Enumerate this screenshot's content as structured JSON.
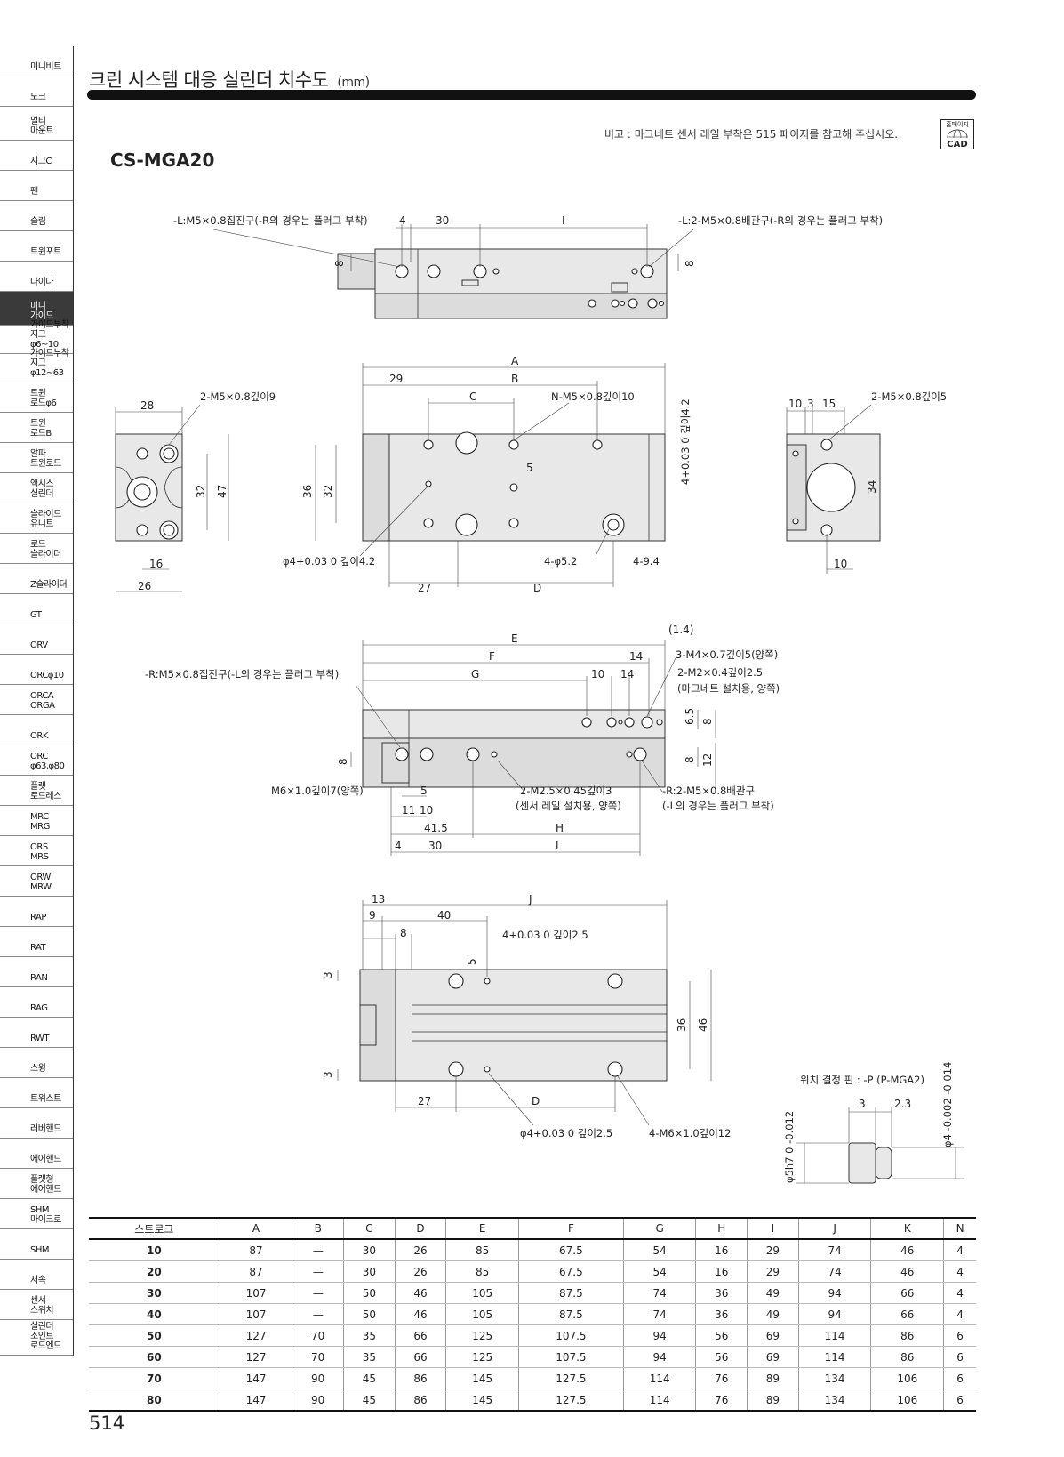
{
  "sidebar": {
    "items": [
      {
        "label": "미니비트"
      },
      {
        "label": "노크"
      },
      {
        "label": "멀티\n마운트"
      },
      {
        "label": "지그C"
      },
      {
        "label": "펜"
      },
      {
        "label": "슬림"
      },
      {
        "label": "트윈포트"
      },
      {
        "label": "다이나"
      },
      {
        "label": "미니\n가이드",
        "active": true
      },
      {
        "label": "가이드부착지그\nφ6~10"
      },
      {
        "label": "가이드부착지그\nφ12~63"
      },
      {
        "label": "트윈\n로드φ6"
      },
      {
        "label": "트윈\n로드B"
      },
      {
        "label": "알파\n트윈로드"
      },
      {
        "label": "액시스\n실린더"
      },
      {
        "label": "슬라이드\n유니트"
      },
      {
        "label": "로드\n슬라이더"
      },
      {
        "label": "Z슬라이더"
      },
      {
        "label": "GT"
      },
      {
        "label": "ORV"
      },
      {
        "label": "ORCφ10"
      },
      {
        "label": "ORCA\nORGA"
      },
      {
        "label": "ORK"
      },
      {
        "label": "ORC\nφ63,φ80"
      },
      {
        "label": "플랫\n로드레스"
      },
      {
        "label": "MRC\nMRG"
      },
      {
        "label": "ORS\nMRS"
      },
      {
        "label": "ORW\nMRW"
      },
      {
        "label": "RAP"
      },
      {
        "label": "RAT"
      },
      {
        "label": "RAN"
      },
      {
        "label": "RAG"
      },
      {
        "label": "RWT"
      },
      {
        "label": "스윙"
      },
      {
        "label": "트위스트"
      },
      {
        "label": "러버핸드"
      },
      {
        "label": "에어핸드"
      },
      {
        "label": "플랫형\n에어핸드"
      },
      {
        "label": "SHM\n마이크로"
      },
      {
        "label": "SHM"
      },
      {
        "label": "저속"
      },
      {
        "label": "센서\n스위치"
      },
      {
        "label": "실린더\n조인트\n로드엔드"
      }
    ]
  },
  "header": {
    "title": "크린 시스템 대응 실린더 치수도",
    "unit": "(mm)",
    "note": "비고 : 마그네트 센서 레일 부착은 515 페이지를 참고해 주십시오.",
    "cad_badge_top": "홈페이지",
    "cad_badge": "CAD",
    "model": "CS-MGA20"
  },
  "drawing": {
    "top_left_note": "-L:M5×0.8집진구(-R의 경우는 플러그 부착)",
    "top_right_note": "-L:2-M5×0.8배관구(-R의 경우는 플러그 부착)",
    "front_note1": "2-M5×0.8깊이9",
    "front_note2": "N-M5×0.8깊이10",
    "front_note3": "2-M5×0.8깊이5",
    "pin_hole": "φ4+0.03 0 깊이4.2",
    "pin_depth": "4+0.03 0 깊이4.2",
    "hole_a": "4-φ5.2",
    "hole_b": "4-9.4",
    "side_note_r": "-R:M5×0.8집진구(-L의 경우는 플러그 부착)",
    "side_note_m4": "3-M4×0.7깊이5(양쪽)",
    "side_note_m2": "2-M2×0.4깊이2.5",
    "side_note_m2b": "(마그네트 설치용, 양쪽)",
    "side_note_m6": "M6×1.0깊이7(양쪽)",
    "side_note_m25": "2-M2.5×0.45깊이3",
    "side_note_m25b": "(센서 레일 설치용, 양쪽)",
    "side_note_r2": "-R:2-M5×0.8배관구",
    "side_note_r2b": "(-L의 경우는 플러그 부착)",
    "bottom_pin1": "4+0.03 0 깊이2.5",
    "bottom_pin2": "φ4+0.03 0 깊이2.5",
    "bottom_m6": "4-M6×1.0깊이12",
    "pin_title": "위치 결정 핀 : -P (P-MGA2)",
    "pin_d1": "φ5h7 0 -0.012",
    "pin_d2": "φ4 -0.002 -0.014",
    "dims": {
      "d4": "4",
      "d30": "30",
      "dI": "I",
      "d8": "8",
      "dA": "A",
      "d29": "29",
      "dB": "B",
      "dC": "C",
      "d28": "28",
      "d32": "32",
      "d47": "47",
      "d36": "36",
      "d16": "16",
      "d26": "26",
      "d27": "27",
      "dD": "D",
      "d5": "5",
      "d10": "10",
      "d3": "3",
      "d15": "15",
      "d34": "34",
      "dE": "E",
      "d14": "14",
      "d1_4": "(1.4)",
      "dF": "F",
      "dG": "G",
      "d6_5": "6.5",
      "d12": "12",
      "d11": "11",
      "d41_5": "41.5",
      "dH": "H",
      "d13": "13",
      "dJ": "J",
      "d9": "9",
      "d40": "40",
      "d46": "46",
      "d2_3": "2.3"
    }
  },
  "table": {
    "headers": [
      "스트로크",
      "A",
      "B",
      "C",
      "D",
      "E",
      "F",
      "G",
      "H",
      "I",
      "J",
      "K",
      "N"
    ],
    "rows": [
      [
        "10",
        "87",
        "—",
        "30",
        "26",
        "85",
        "67.5",
        "54",
        "16",
        "29",
        "74",
        "46",
        "4"
      ],
      [
        "20",
        "87",
        "—",
        "30",
        "26",
        "85",
        "67.5",
        "54",
        "16",
        "29",
        "74",
        "46",
        "4"
      ],
      [
        "30",
        "107",
        "—",
        "50",
        "46",
        "105",
        "87.5",
        "74",
        "36",
        "49",
        "94",
        "66",
        "4"
      ],
      [
        "40",
        "107",
        "—",
        "50",
        "46",
        "105",
        "87.5",
        "74",
        "36",
        "49",
        "94",
        "66",
        "4"
      ],
      [
        "50",
        "127",
        "70",
        "35",
        "66",
        "125",
        "107.5",
        "94",
        "56",
        "69",
        "114",
        "86",
        "6"
      ],
      [
        "60",
        "127",
        "70",
        "35",
        "66",
        "125",
        "107.5",
        "94",
        "56",
        "69",
        "114",
        "86",
        "6"
      ],
      [
        "70",
        "147",
        "90",
        "45",
        "86",
        "145",
        "127.5",
        "114",
        "76",
        "89",
        "134",
        "106",
        "6"
      ],
      [
        "80",
        "147",
        "90",
        "45",
        "86",
        "145",
        "127.5",
        "114",
        "76",
        "89",
        "134",
        "106",
        "6"
      ]
    ]
  },
  "page_number": "514"
}
